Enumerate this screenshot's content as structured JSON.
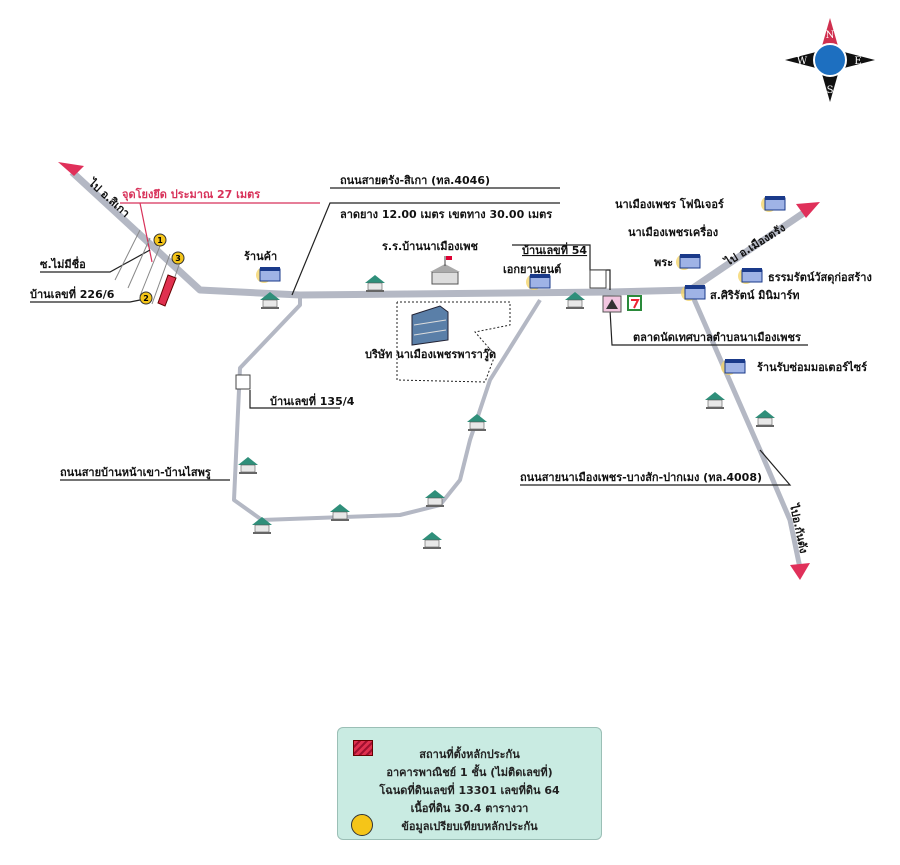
{
  "compass": {
    "n": "N",
    "s": "S",
    "e": "E",
    "w": "W"
  },
  "roads": {
    "to_sikao": "ไป อ.สิเกา",
    "to_mueang_trang": "ไป อ.เมืองตรัง",
    "to_kantang": "ไปอ.กันตัง",
    "trang_sikao": "ถนนสายตรัง-สิเกา (ทล.4046)",
    "trang_sikao_spec": "ลาดยาง 12.00 เมตร เขตทาง 30.00 เมตร",
    "nai_muang_phet": "ถนนสายนาเมืองเพชร-บางสัก-ปากเมง (ทล.4008)",
    "ban_na_khao": "ถนนสายบ้านหน้าเขา-บ้านไสพรู",
    "soi": "ซ.ไม่มีชื่อ"
  },
  "labels": {
    "reference_point": "จุดโยงยึด ประมาณ 27 เมตร",
    "house_226": "บ้านเลขที่ 226/6",
    "shop": "ร้านค้า",
    "school": "ร.ร.บ้านนาเมืองเพช",
    "house_54": "บ้านเลขที่ 54",
    "ekkayan": "เอกยานยนต์",
    "company": "บริษัท นาเมืองเพชรพาราวู๊ด",
    "house_135": "บ้านเลขที่ 135/4",
    "furniture": "นาเมืองเพชร โฟนิเจอร์",
    "kruang_1": "นาเมืองเพชรเครื่อง",
    "kruang_2": "พระ",
    "thammarat": "ธรรมรัตน์วัสดุก่อสร้าง",
    "siriwat": "ส.ศิริรัตน์ มินิมาร์ท",
    "market": "ตลาดนัดเทศบาลตำบลนาเมืองเพชร",
    "moto": "ร้านรับซ่อมมอเตอร์ไซร์",
    "c1": "1",
    "c2": "2",
    "c3": "3"
  },
  "legend": {
    "line1": "สถานที่ตั้งหลักประกัน",
    "line2": "อาคารพาณิชย์ 1 ชั้น (ไม่ติดเลขที่)",
    "line3": "โฉนดที่ดินเลขที่ 13301 เลขที่ดิน 64",
    "line4": "เนื้อที่ดิน 30.4 ตารางวา",
    "line5": "ข้อมูลเปรียบเทียบหลักประกัน"
  },
  "colors": {
    "road": "#b4b8c4",
    "arrow": "#e0305a",
    "legend_bg": "#c9ebe2",
    "collateral": "#e0304f",
    "comparable": "#f5c518"
  }
}
